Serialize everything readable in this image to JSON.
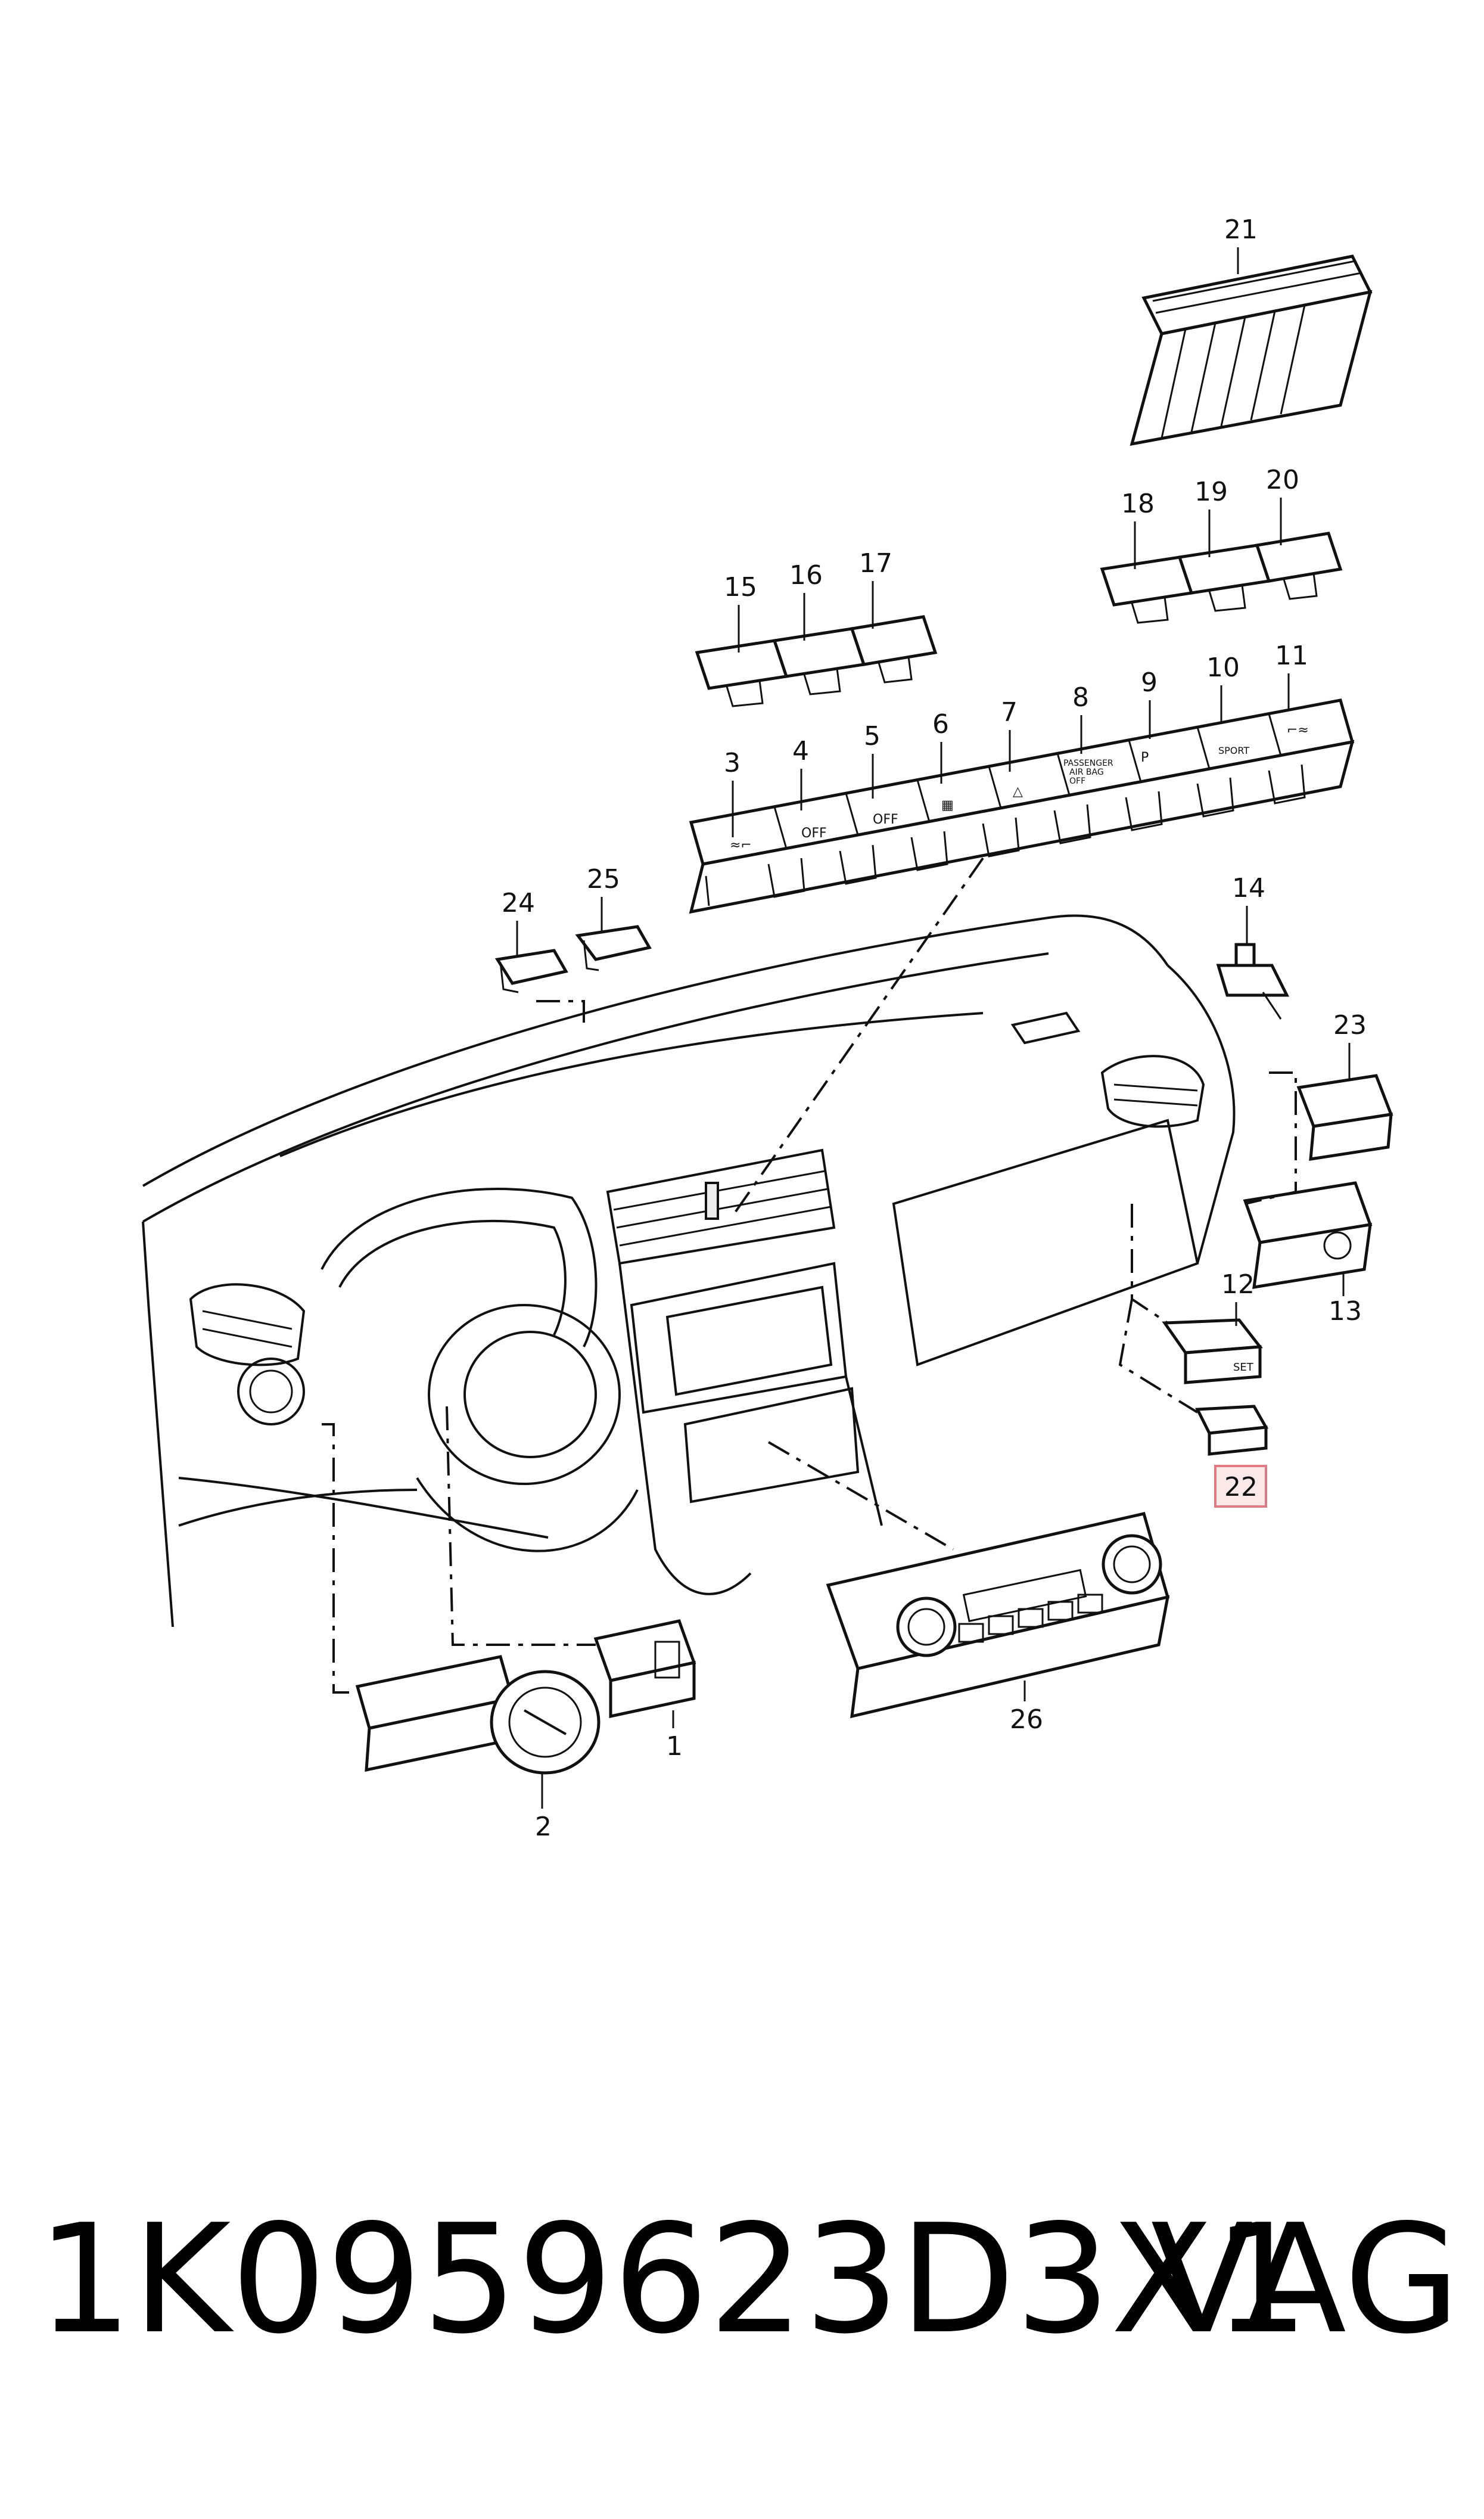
{
  "callouts": {
    "c1": "1",
    "c2": "2",
    "c3": "3",
    "c4": "4",
    "c5": "5",
    "c6": "6",
    "c7": "7",
    "c8": "8",
    "c9": "9",
    "c10": "10",
    "c11": "11",
    "c12": "12",
    "c13": "13",
    "c14": "14",
    "c15": "15",
    "c16": "16",
    "c17": "17",
    "c18": "18",
    "c19": "19",
    "c20": "20",
    "c21": "21",
    "c22": "22",
    "c23": "23",
    "c24": "24",
    "c25": "25",
    "c26": "26"
  },
  "highlighted_callout": "22",
  "button_glyphs": {
    "b4": "OFF",
    "b5": "OFF",
    "b8_line1": "PASSENGER",
    "b8_line2": "AIR BAG",
    "b8_line3": "OFF",
    "b9": "P",
    "b10": "SPORT",
    "b12_line1": "SET"
  },
  "footer": {
    "part_number": "1K0959623D3X1",
    "brand": "VAG"
  },
  "colors": {
    "line": "#111111",
    "highlight_border": "#e07b84",
    "highlight_fill": "#fbe9ea",
    "background": "#ffffff"
  }
}
